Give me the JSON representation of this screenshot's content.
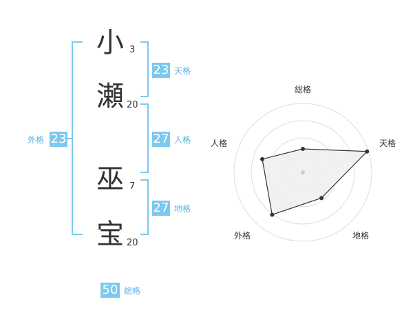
{
  "name": {
    "chars": [
      {
        "char": "小",
        "strokes": "3"
      },
      {
        "char": "瀬",
        "strokes": "20"
      },
      {
        "char": "巫",
        "strokes": "7"
      },
      {
        "char": "宝",
        "strokes": "20"
      }
    ]
  },
  "fortunes": {
    "tenkaku": {
      "value": "23",
      "label": "天格"
    },
    "jinkaku": {
      "value": "27",
      "label": "人格"
    },
    "chikaku": {
      "value": "27",
      "label": "地格"
    },
    "gaikaku": {
      "value": "23",
      "label": "外格"
    },
    "soukaku": {
      "value": "50",
      "label": "総格"
    }
  },
  "radar": {
    "axes": [
      "総格",
      "天格",
      "地格",
      "外格",
      "人格"
    ],
    "levels": 4,
    "values": [
      0.34,
      0.98,
      0.46,
      0.76,
      0.62
    ],
    "colors": {
      "fill": "#eeeeee",
      "line": "#333333",
      "grid": "#dddddd",
      "dot": "#333333",
      "center": "#cccccc"
    }
  }
}
